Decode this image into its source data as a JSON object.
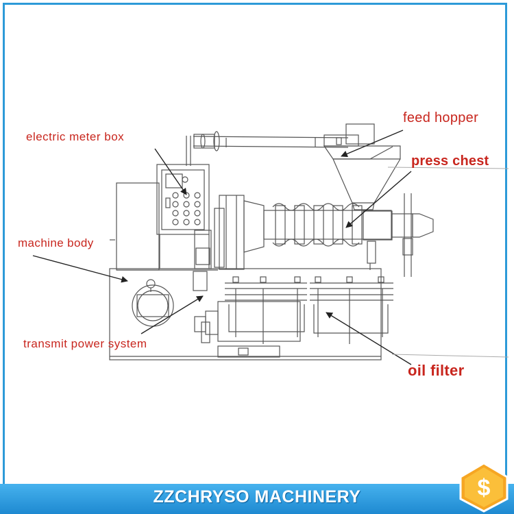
{
  "labels": {
    "feed_hopper": "feed hopper",
    "press_chest": "press chest",
    "electric_meter_box": "electric meter box",
    "machine_body": "machine body",
    "transmit_power_system": "transmit power system",
    "oil_filter": "oil filter"
  },
  "footer": {
    "brand": "ZZCHRYSO MACHINERY",
    "badge_symbol": "$"
  },
  "colors": {
    "frame": "#2d9ad8",
    "label_red": "#c8261e",
    "footer_top": "#46b2ee",
    "footer_bottom": "#1e89d1",
    "badge_orange": "#f6a623"
  }
}
